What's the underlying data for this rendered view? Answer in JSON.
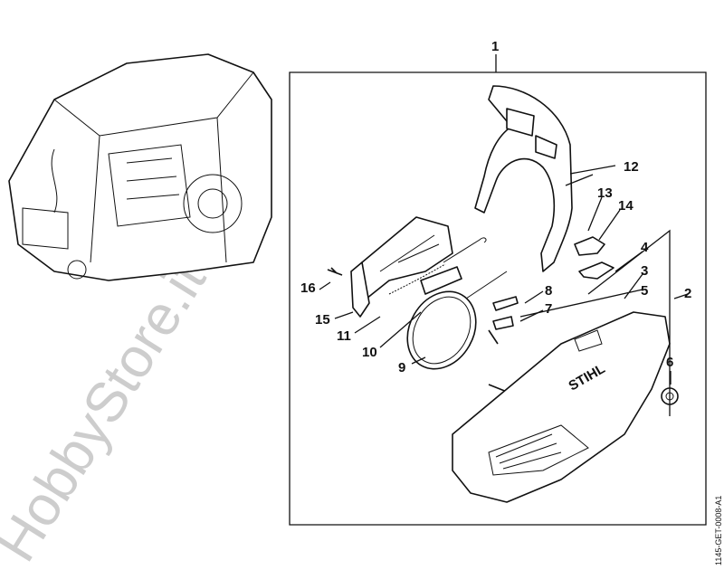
{
  "title": "Chain brake / sprocket cover exploded view",
  "drawing_code": "1145-GET-0008-A1",
  "watermark": "HobbyStore.it",
  "brand_logo": "STIHL",
  "callouts": [
    "1",
    "2",
    "3",
    "4",
    "5",
    "6",
    "7",
    "8",
    "9",
    "10",
    "11",
    "12",
    "13",
    "14",
    "15",
    "16"
  ]
}
